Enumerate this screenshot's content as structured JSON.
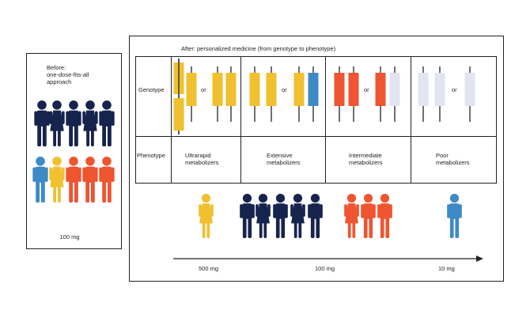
{
  "before": {
    "title_lines": [
      "Before:",
      "one-dose-fits-all",
      "approach"
    ],
    "dose": "100 mg"
  },
  "after": {
    "title": "After: personalized medicine (from genotype to phenotype)",
    "row_labels": {
      "genotype": "Genotype",
      "phenotype": "Phenotype"
    },
    "or_label": "or",
    "columns": [
      {
        "phenotype_lines": [
          "Ultrarapid",
          "metabolizers"
        ],
        "color": "#f0c030"
      },
      {
        "phenotype_lines": [
          "Extensive",
          "metabolizers"
        ],
        "color": "#f0c030"
      },
      {
        "phenotype_lines": [
          "Intermediate",
          "metabolizers"
        ],
        "color": "#ee5530"
      },
      {
        "phenotype_lines": [
          "Poor",
          "metabolizers"
        ],
        "color": "#e2e4f0"
      }
    ],
    "doses": [
      "500 mg",
      "100 mg",
      "10 mg"
    ]
  },
  "colors": {
    "navy": "#16244d",
    "blue": "#3e8ac6",
    "yellow": "#f0c030",
    "orange": "#ee5530",
    "lavender": "#e2e4f0"
  }
}
